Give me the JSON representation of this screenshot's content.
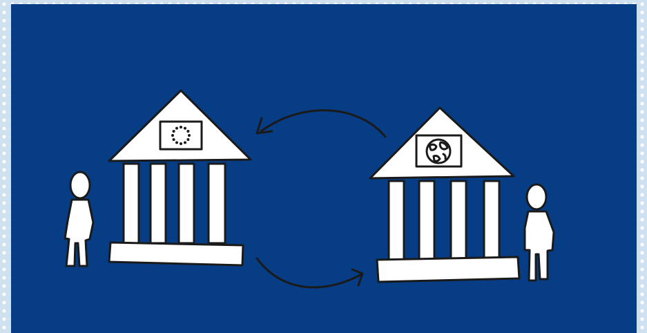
{
  "colors": {
    "panel_background": "#063d85",
    "frame_background": "#cfe0ef",
    "drawing_fill": "#ffffff",
    "ink": "#1a1a1a",
    "eu_star": "#1a1a1a"
  },
  "icons": {
    "left_pediment_emblem": "eu-flag-icon",
    "right_pediment_emblem": "globe-icon",
    "top_arrow": "arrow-left-icon",
    "bottom_arrow": "arrow-right-icon"
  },
  "scene": {
    "left_building": {
      "column_count": 4
    },
    "right_building": {
      "column_count": 4
    },
    "eu_flag_star_count": 12
  }
}
